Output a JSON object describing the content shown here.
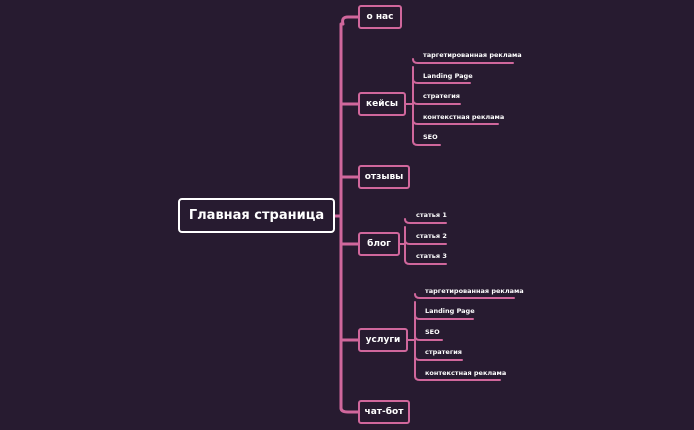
{
  "root": {
    "label": "Главная страница"
  },
  "branches": [
    {
      "key": "about",
      "label": "о нас",
      "children": []
    },
    {
      "key": "cases",
      "label": "кейсы",
      "children": [
        "таргетированная реклама",
        "Landing Page",
        "стратегия",
        "контекстная реклама",
        "SEO"
      ]
    },
    {
      "key": "reviews",
      "label": "отзывы",
      "children": []
    },
    {
      "key": "blog",
      "label": "блог",
      "children": [
        "статья 1",
        "статья 2",
        "статья 3"
      ]
    },
    {
      "key": "services",
      "label": "услуги",
      "children": [
        "таргетированная реклама",
        "Landing Page",
        "SEO",
        "стратегия",
        "контекстная реклама"
      ]
    },
    {
      "key": "chatbot",
      "label": "чат-бот",
      "children": []
    }
  ],
  "colors": {
    "background": "#271b30",
    "accent": "#d0679c",
    "root_border": "#ffffff",
    "text": "#ffffff"
  }
}
